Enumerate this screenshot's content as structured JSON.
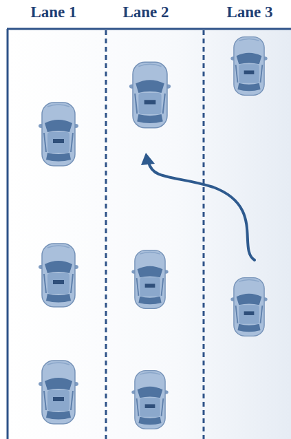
{
  "diagram": {
    "labels": [
      "Lane 1",
      "Lane 2",
      "Lane 3"
    ]
  }
}
